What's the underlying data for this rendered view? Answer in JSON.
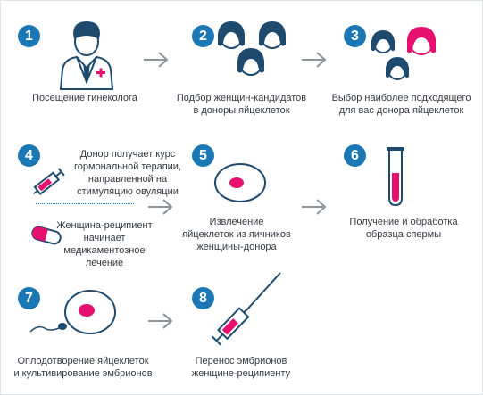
{
  "steps": [
    {
      "number": "1",
      "label_lines": [
        "Посещение гинеколога"
      ]
    },
    {
      "number": "2",
      "label_lines": [
        "Подбор женщин-кандидатов",
        "в доноры яйцеклеток"
      ]
    },
    {
      "number": "3",
      "label_lines": [
        "Выбор наиболее подходящего",
        "для вас донора яйцеклеток"
      ]
    },
    {
      "number": "4",
      "donor_lines": [
        "Донор получает курс",
        "гормональной терапии,",
        "направленной на",
        "стимуляцию овуляции"
      ],
      "recipient_lines": [
        "Женщина-реципиент",
        "начинает",
        "медикаментозное",
        "лечение"
      ]
    },
    {
      "number": "5",
      "label_lines": [
        "Извлечение",
        "яйцеклеток из яичников",
        "женщины-донора"
      ]
    },
    {
      "number": "6",
      "label_lines": [
        "Получение и обработка",
        "образца спермы"
      ]
    },
    {
      "number": "7",
      "label_lines": [
        "Оплодотворение яйцеклеток",
        "и культивирование эмбрионов"
      ]
    },
    {
      "number": "8",
      "label_lines": [
        "Перенос эмбрионов",
        "женщине-реципиенту"
      ]
    }
  ],
  "colors": {
    "badge": "#1b78b5",
    "accent": "#e6106e",
    "icon_dark": "#1e4a6e",
    "icon_blue": "#2e6e9e",
    "arrow": "#8d959c",
    "text": "#333a42"
  },
  "icons": [
    "doctor-icon",
    "women-group-icon",
    "selected-donor-icon",
    "syringe-icon",
    "pill-icon",
    "egg-cell-icon",
    "test-tube-icon",
    "fertilization-icon",
    "embryo-transfer-syringe-icon",
    "arrow-right-icon"
  ]
}
